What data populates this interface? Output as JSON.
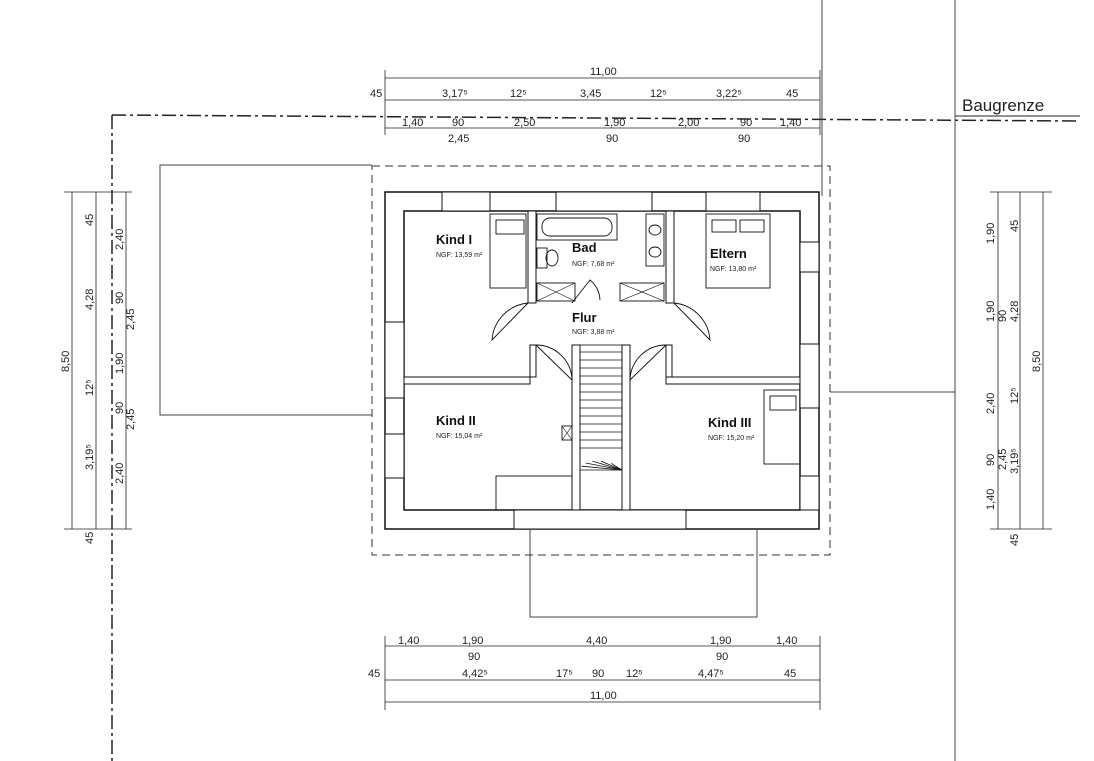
{
  "baugrenze_label": "Baugrenze",
  "rooms": {
    "kind1": {
      "name": "Kind I",
      "ngf": "NGF: 13,59 m²"
    },
    "bad": {
      "name": "Bad",
      "ngf": "NGF: 7,68 m²"
    },
    "eltern": {
      "name": "Eltern",
      "ngf": "NGF: 13,80 m²"
    },
    "flur": {
      "name": "Flur",
      "ngf": "NGF: 3,88 m²"
    },
    "kind2": {
      "name": "Kind II",
      "ngf": "NGF: 15,04 m²"
    },
    "kind3": {
      "name": "Kind III",
      "ngf": "NGF: 15,20 m²"
    }
  },
  "top_dims": {
    "total": "11,00",
    "row2": [
      "45",
      "3,17⁵",
      "12⁵",
      "3,45",
      "12⁵",
      "3,22⁵",
      "45"
    ],
    "row3": [
      "1,40",
      "90",
      "2,50",
      "1,90",
      "2,00",
      "90",
      "1,40"
    ],
    "row3_sub": [
      "2,45",
      "90",
      "90"
    ]
  },
  "bottom_dims": {
    "row1": [
      "1,40",
      "1,90",
      "4,40",
      "1,90",
      "1,40"
    ],
    "row1_sub": [
      "90",
      "90"
    ],
    "row2": [
      "45",
      "4,42⁵",
      "17⁵",
      "90",
      "12⁵",
      "4,47⁵",
      "45"
    ],
    "total": "11,00"
  },
  "left_dims": {
    "total": "8,50",
    "col2": [
      "45",
      "4,28",
      "12⁵",
      "3,19⁵",
      "45"
    ],
    "col3": [
      "2,40",
      "90",
      "1,90",
      "90",
      "2,40"
    ],
    "col3_sub": [
      "2,45",
      "2,45"
    ]
  },
  "right_dims": {
    "total": "8,50",
    "col1": [
      "1,90",
      "1,90",
      "2,40",
      "90",
      "1,40"
    ],
    "col2": [
      "45",
      "90",
      "4,28",
      "12⁵",
      "2,45",
      "3,19⁵",
      "45"
    ]
  }
}
